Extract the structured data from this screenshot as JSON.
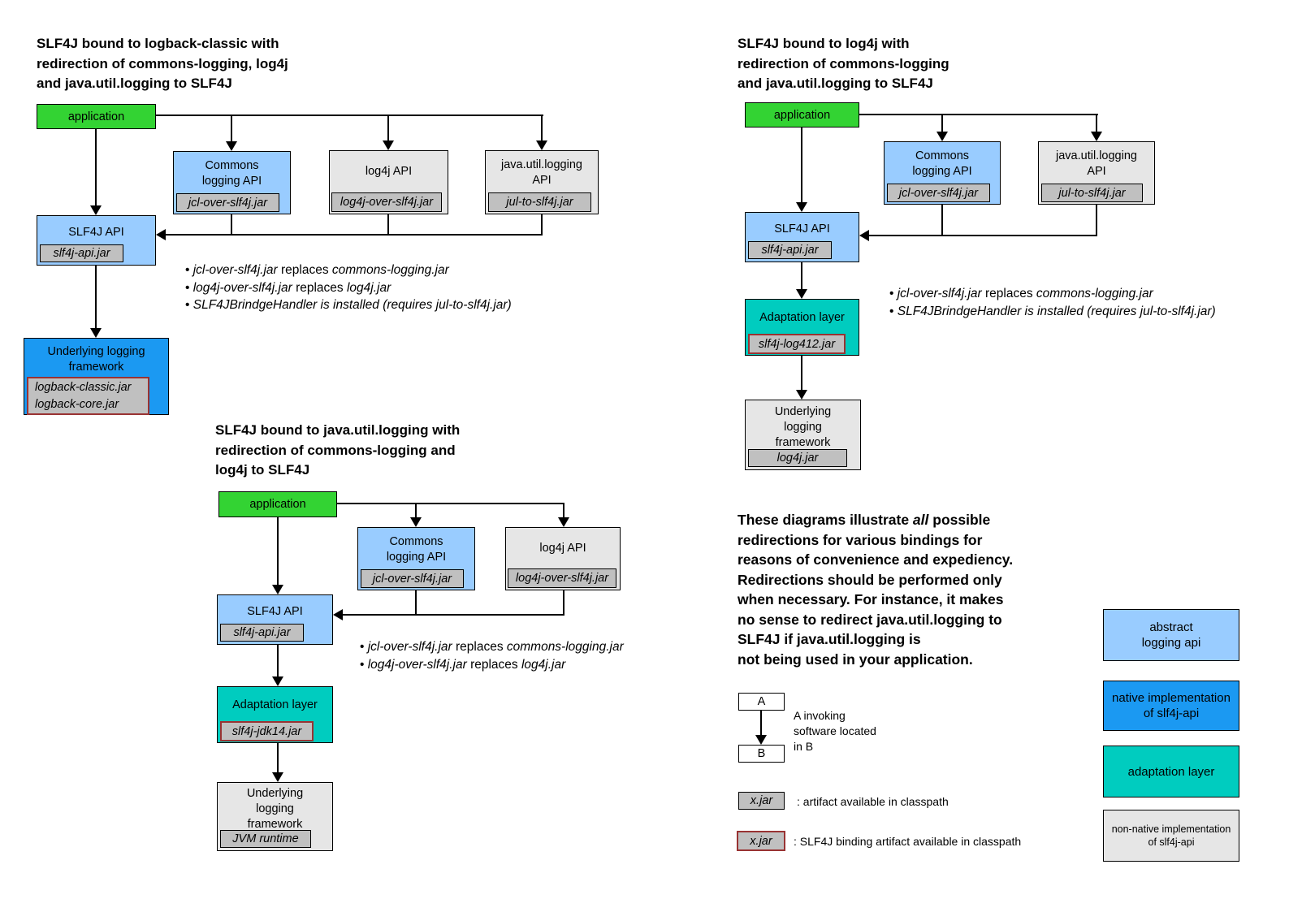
{
  "colors": {
    "application_green": "#33d333",
    "abstract_api_blue": "#99ccff",
    "native_impl_blue": "#1b99f2",
    "adaptation_teal": "#00ccbf",
    "non_native_gray": "#e6e6e6",
    "jar_chip_gray": "#c0c0c0",
    "binding_border_red": "#993333"
  },
  "diagram1": {
    "title": [
      "SLF4J bound to logback-classic with",
      "redirection of commons-logging, log4j",
      "and java.util.logging to SLF4J"
    ],
    "application": "application",
    "commons": {
      "label": [
        "Commons",
        "logging API"
      ],
      "jar": "jcl-over-slf4j.jar"
    },
    "log4j": {
      "label": [
        "log4j API"
      ],
      "jar": "log4j-over-slf4j.jar"
    },
    "jul": {
      "label": [
        "java.util.logging",
        "API"
      ],
      "jar": "jul-to-slf4j.jar"
    },
    "slf4j": {
      "label": [
        "SLF4J API"
      ],
      "jar": "slf4j-api.jar"
    },
    "underlying": {
      "label": [
        "Underlying logging",
        "framework"
      ],
      "jars": [
        "logback-classic.jar",
        "logback-core.jar"
      ]
    },
    "bullets": [
      {
        "marker": "• ",
        "it1": "jcl-over-slf4j.jar",
        "mid": " replaces ",
        "it2": "commons-logging.jar"
      },
      {
        "marker": "• ",
        "it1": "log4j-over-slf4j.jar",
        "mid": " replaces ",
        "it2": "log4j.jar"
      },
      {
        "marker": "• ",
        "it1": "SLF4JBrindgeHandler is installed (requires jul-to-slf4j.jar)",
        "mid": "",
        "it2": ""
      }
    ]
  },
  "diagram2": {
    "title": [
      "SLF4J bound to log4j with",
      "redirection of commons-logging",
      "and java.util.logging to SLF4J"
    ],
    "application": "application",
    "commons": {
      "label": [
        "Commons",
        "logging API"
      ],
      "jar": "jcl-over-slf4j.jar"
    },
    "jul": {
      "label": [
        "java.util.logging",
        "API"
      ],
      "jar": "jul-to-slf4j.jar"
    },
    "slf4j": {
      "label": [
        "SLF4J API"
      ],
      "jar": "slf4j-api.jar"
    },
    "adaptation": {
      "label": [
        "Adaptation layer"
      ],
      "jar": "slf4j-log412.jar"
    },
    "underlying": {
      "label": [
        "Underlying",
        "logging",
        "framework"
      ],
      "jar": "log4j.jar"
    },
    "bullets": [
      {
        "marker": "• ",
        "it1": "jcl-over-slf4j.jar",
        "mid": " replaces ",
        "it2": "commons-logging.jar"
      },
      {
        "marker": "• ",
        "it1": "SLF4JBrindgeHandler is installed (requires jul-to-slf4j.jar)",
        "mid": "",
        "it2": ""
      }
    ]
  },
  "diagram3": {
    "title": [
      "SLF4J bound to java.util.logging with",
      "redirection of commons-logging and",
      "log4j to SLF4J"
    ],
    "application": "application",
    "commons": {
      "label": [
        "Commons",
        "logging API"
      ],
      "jar": "jcl-over-slf4j.jar"
    },
    "log4j": {
      "label": [
        "log4j API"
      ],
      "jar": "log4j-over-slf4j.jar"
    },
    "slf4j": {
      "label": [
        "SLF4J API"
      ],
      "jar": "slf4j-api.jar"
    },
    "adaptation": {
      "label": [
        "Adaptation layer"
      ],
      "jar": "slf4j-jdk14.jar"
    },
    "underlying": {
      "label": [
        "Underlying",
        "logging",
        "framework"
      ],
      "jar": "JVM runtime"
    },
    "bullets": [
      {
        "marker": "• ",
        "it1": "jcl-over-slf4j.jar",
        "mid": " replaces ",
        "it2": "commons-logging.jar"
      },
      {
        "marker": "• ",
        "it1": "log4j-over-slf4j.jar",
        "mid": " replaces ",
        "it2": "log4j.jar"
      }
    ]
  },
  "note": {
    "l1a": "These diagrams illustrate ",
    "l1b": "all",
    "l1c": " possible",
    "l2": "redirections for various bindings for",
    "l3": "reasons of convenience and expediency.",
    "l4": "Redirections should be performed only",
    "l5": "when necessary. For instance, it makes",
    "l6": "no sense to redirect java.util.logging to",
    "l7": "SLF4J if java.util.logging is",
    "l8": "not being used in your application."
  },
  "legend": {
    "a": "A",
    "b": "B",
    "ab_caption": [
      "A invoking",
      "software located",
      "in B"
    ],
    "xjar": "x.jar",
    "xjar_caption": ": artifact available in classpath",
    "xjar_binding": "x.jar",
    "xjar_binding_caption": ": SLF4J binding artifact available in classpath",
    "boxes": [
      {
        "label": [
          "abstract",
          "logging api"
        ]
      },
      {
        "label": [
          "native implementation",
          "of slf4j-api"
        ]
      },
      {
        "label": [
          "adaptation layer"
        ]
      },
      {
        "label": [
          "non-native implementation",
          "of slf4j-api"
        ]
      }
    ]
  }
}
